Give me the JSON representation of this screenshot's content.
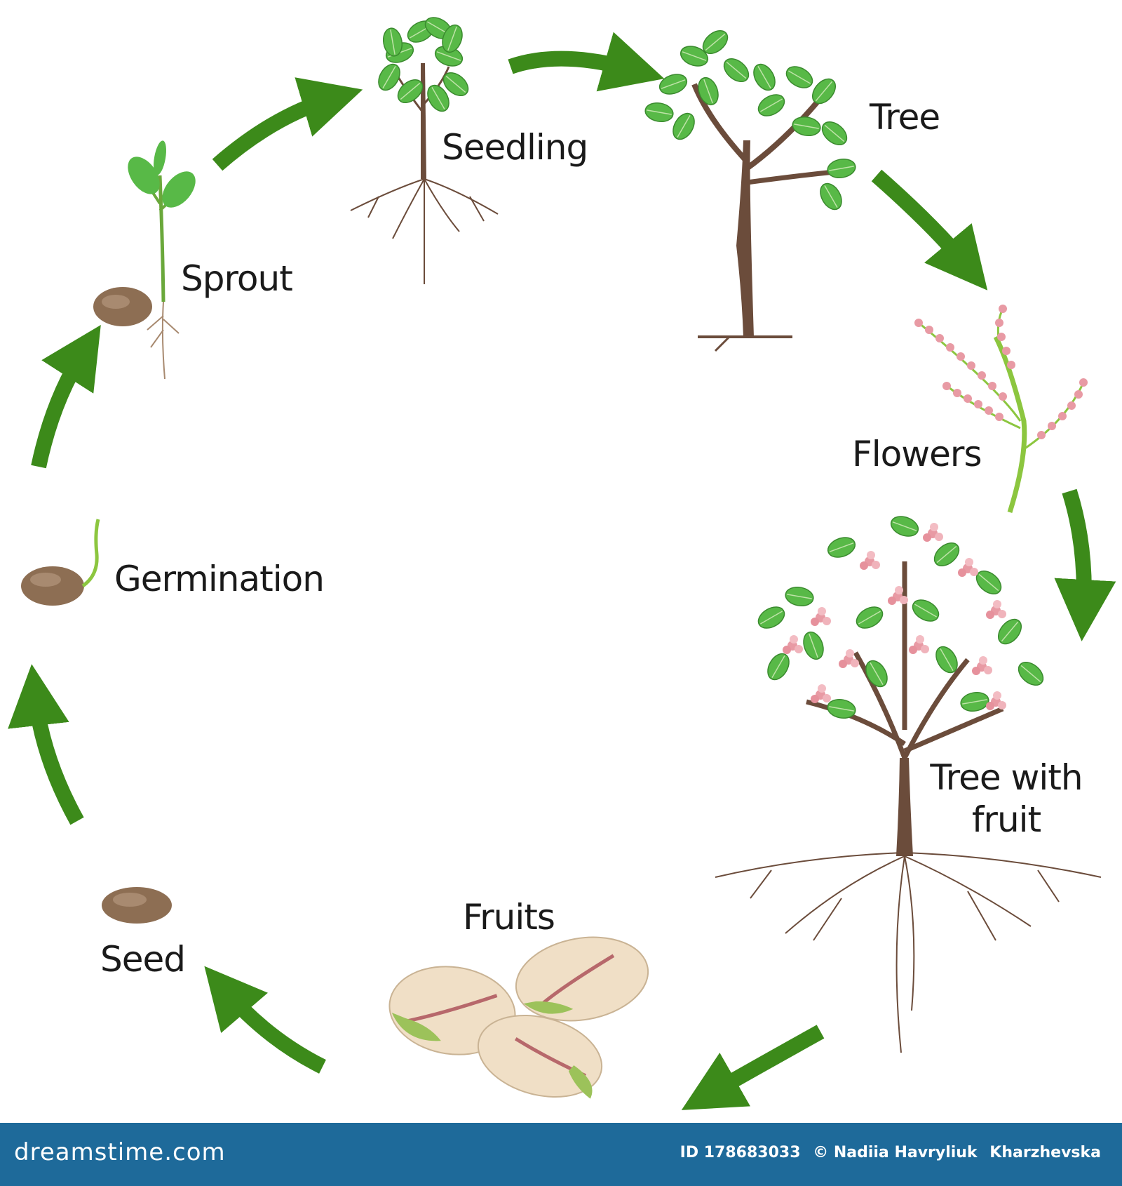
{
  "stages": {
    "seedling": "Seedling",
    "tree": "Tree",
    "sprout": "Sprout",
    "flowers": "Flowers",
    "germination": "Germination",
    "tree_with_fruit_line1": "Tree with",
    "tree_with_fruit_line2": "fruit",
    "seed": "Seed",
    "fruits": "Fruits"
  },
  "footer": {
    "site": "dreamstime.com",
    "image_id": "ID 178683033",
    "copyright": "© Nadiia Havryliuk",
    "author_surname": "Kharzhevska"
  },
  "colors": {
    "arrow": "#3c8a1a",
    "leaf": "#58b947",
    "trunk": "#6b4c3b",
    "seed": "#8d6e53",
    "flower": "#e89aa4",
    "nut_shell": "#f0dfc6",
    "nut_kernel": "#9cc25a",
    "footer": "#1e6a9a"
  }
}
